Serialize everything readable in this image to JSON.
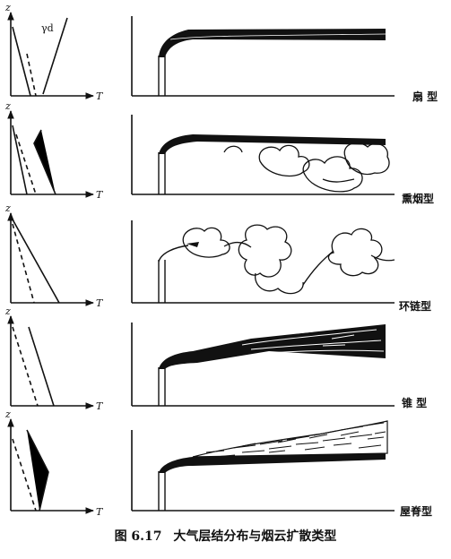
{
  "axis": {
    "z": "z",
    "T": "T",
    "gamma_d": "γd"
  },
  "panels": [
    {
      "type_label": "扇 型"
    },
    {
      "type_label": "熏烟型"
    },
    {
      "type_label": "环链型"
    },
    {
      "type_label": "锥 型"
    },
    {
      "type_label": "屋脊型"
    }
  ],
  "caption": {
    "number": "图 6.17",
    "title": "大气层结分布与烟云扩散类型"
  }
}
